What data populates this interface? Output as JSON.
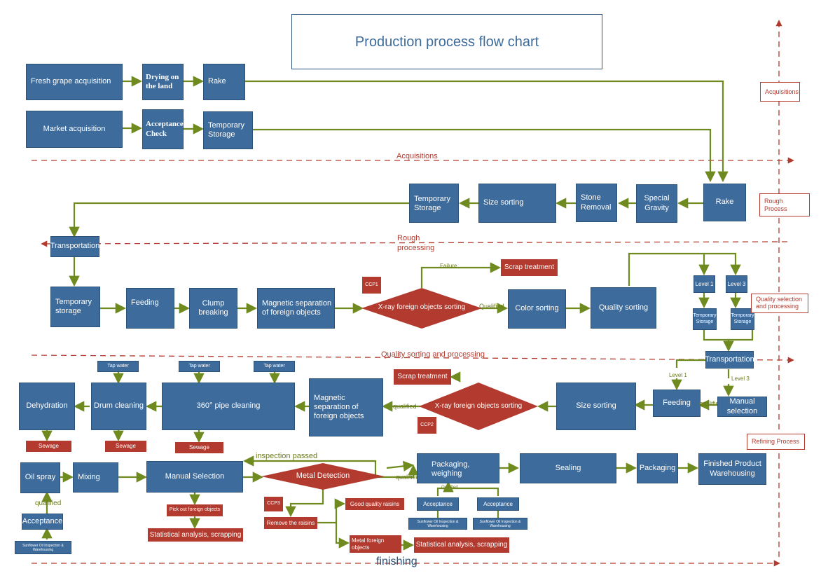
{
  "title": "Production process flow chart",
  "colors": {
    "box_blue": "#3d6b9c",
    "box_red": "#b23a2e",
    "arrow_green": "#6f8b1f",
    "dash_red": "#b23a2e"
  },
  "acquisition": {
    "fresh_grape": "Fresh grape acquisition",
    "drying": "Drying on the land",
    "rake": "Rake",
    "market": "Market acquisition",
    "acceptance_check": "Acceptance Check",
    "temp_storage": "Temporary Storage"
  },
  "rough": {
    "rake": "Rake",
    "special_gravity": "Special Gravity",
    "stone_removal": "Stone Removal",
    "size_sorting": "Size sorting",
    "temp_storage": "Temporary Storage",
    "transportation": "Transportation"
  },
  "quality": {
    "temp_storage": "Temporary storage",
    "feeding": "Feeding",
    "clump_breaking": "Clump breaking",
    "magnetic": "Magnetic separation of foreign objects",
    "xray": "X-ray foreign objects sorting",
    "ccp": "CCP1",
    "scrap": "Scrap treatment",
    "failure": "Failure",
    "qualified": "Qualified",
    "color_sorting": "Color sorting",
    "quality_sorting": "Quality sorting",
    "level1": "Level 1",
    "level3": "Level 3",
    "temp_storage_small_1": "Temporary Storage",
    "temp_storage_small_2": "Temporary Storage",
    "transportation": "Transportation"
  },
  "refining": {
    "level1": "Level 1",
    "level3": "Level 3",
    "feeding": "Feeding",
    "qualified": "qualified",
    "manual_selection": "Manual selection",
    "size_sorting": "Size sorting",
    "xray": "X-ray foreign objects sorting",
    "ccp": "CCP2",
    "scrap": "Scrap treatment",
    "qualified2": "qualified",
    "magnetic": "Magnetic separation of foreign objects",
    "tap_water_1": "Tap water",
    "tap_water_2": "Tap water",
    "tap_water_3": "Tap water",
    "pipe_cleaning": "360° pipe cleaning",
    "drum_cleaning": "Drum cleaning",
    "dehydration": "Dehydration",
    "sewage_1": "Sewage",
    "sewage_2": "Sewage",
    "sewage_3": "Sewage"
  },
  "finishing": {
    "oil_spray": "Oil spray",
    "mixing": "Mixing",
    "manual_selection": "Manual Selection",
    "inspection_passed": "inspection passed",
    "metal_detection": "Metal Detection",
    "qualified": "qualified",
    "packaging_weighing": "Packaging, weighing",
    "sealing": "Sealing",
    "packaging": "Packaging",
    "finished_product": "Finished Product Warehousing",
    "qualified_small": "Qualified",
    "acceptance_1": "Acceptance",
    "acceptance_2": "Acceptance",
    "sunflower_1": "Sunflower Oil Inspection & Warehousing",
    "sunflower_2": "Sunflower Oil Inspection & Warehousing",
    "ccp": "CCP3",
    "remove_raisins": "Remove the raisins",
    "good_quality": "Good quality raisins",
    "metal_foreign": "Metal foreign objects",
    "stat_1": "Statistical analysis, scrapping",
    "pick_out": "Pick out foreign objects",
    "stat_2": "Statistical analysis, scrapping",
    "left_qualified": "qualified",
    "left_acceptance": "Acceptance",
    "left_sunflower": "Sunflower Oil Inspection & Warehousing"
  },
  "sections": {
    "acquisitions_line": "Acquisitions",
    "rough_line": "Rough processing",
    "quality_line": "Quality sorting and processing",
    "finishing_line": "finishing",
    "tag_acquisitions": "Acquisitions",
    "tag_rough": "Rough Process",
    "tag_quality": "Quality selection and processing",
    "tag_refining": "Refining Process"
  }
}
